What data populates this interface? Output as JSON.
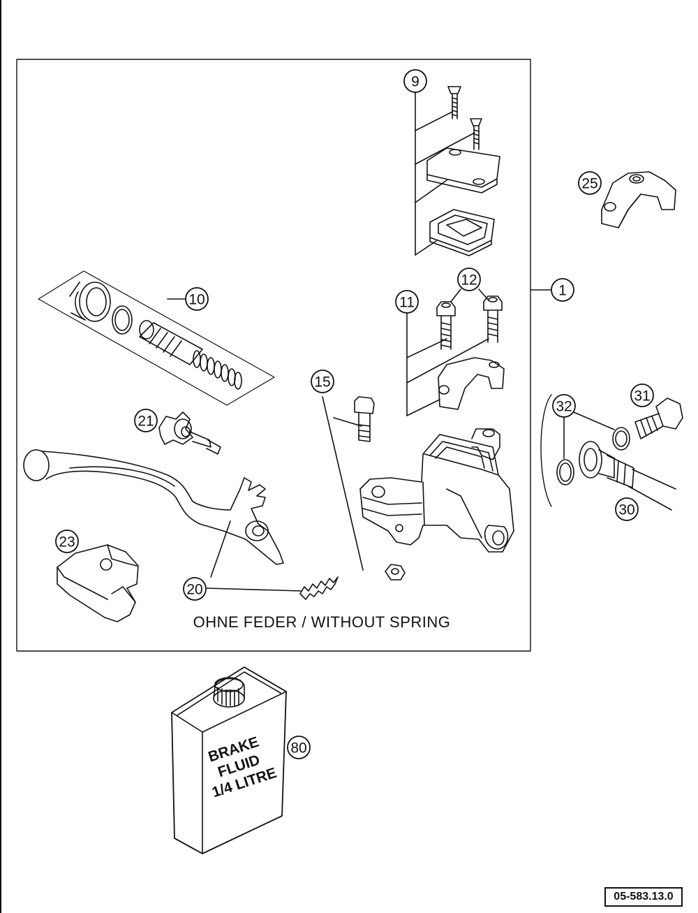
{
  "callouts": [
    {
      "id": "c1",
      "text": "1"
    },
    {
      "id": "c9",
      "text": "9"
    },
    {
      "id": "c10",
      "text": "10"
    },
    {
      "id": "c11",
      "text": "11"
    },
    {
      "id": "c12",
      "text": "12"
    },
    {
      "id": "c15",
      "text": "15"
    },
    {
      "id": "c20",
      "text": "20"
    },
    {
      "id": "c21",
      "text": "21"
    },
    {
      "id": "c23",
      "text": "23"
    },
    {
      "id": "c25",
      "text": "25"
    },
    {
      "id": "c30",
      "text": "30"
    },
    {
      "id": "c31",
      "text": "31"
    },
    {
      "id": "c32",
      "text": "32"
    },
    {
      "id": "c80",
      "text": "80"
    }
  ],
  "caption": "OHNE FEDER / WITHOUT SPRING",
  "bottle_label": [
    "BRAKE",
    "FLUID",
    "1/4 LITRE"
  ],
  "reference_code": "05-583.13.0",
  "colors": {
    "line": "#111111",
    "background": "#ffffff"
  }
}
